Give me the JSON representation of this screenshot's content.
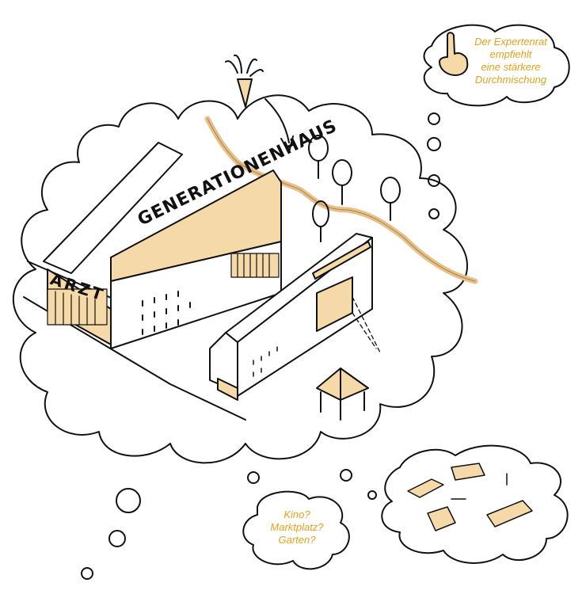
{
  "labels": {
    "building_sign": "GENERATIONENHAUS",
    "doctor_sign": "ARZT"
  },
  "thought_bubbles": {
    "expert_note": [
      "Der Expertenrat",
      "empfiehlt",
      "eine stärkere",
      "Durchmischung"
    ],
    "question_note": [
      "Kino?",
      "Marktplatz?",
      "Garten?"
    ]
  },
  "colors": {
    "accent": "#f5d9a8",
    "accent_dark": "#e9c086",
    "note_text": "#e3a21e",
    "ink": "#111111"
  },
  "icons": {
    "hand": "pointing-finger-icon",
    "carrot": "carrot-icon"
  }
}
